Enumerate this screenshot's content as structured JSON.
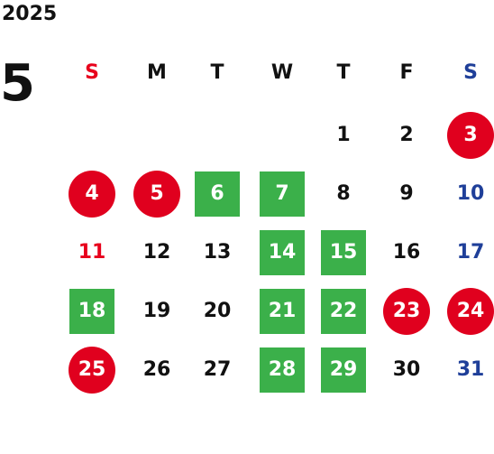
{
  "year": "2025",
  "month": "5",
  "colors": {
    "sunday": "#e8001c",
    "saturday": "#1f3f99",
    "weekday": "#111111",
    "holiday": "#e0001e",
    "green": "#3bb04a",
    "white": "#ffffff"
  },
  "weekdays": [
    {
      "label": "S",
      "kind": "sun"
    },
    {
      "label": "M",
      "kind": "weekday"
    },
    {
      "label": "T",
      "kind": "weekday"
    },
    {
      "label": "W",
      "kind": "weekday"
    },
    {
      "label": "T",
      "kind": "weekday"
    },
    {
      "label": "F",
      "kind": "weekday"
    },
    {
      "label": "S",
      "kind": "sat"
    }
  ],
  "days": [
    {
      "day": "1",
      "col": 4,
      "row": 0,
      "style": "plain"
    },
    {
      "day": "2",
      "col": 5,
      "row": 0,
      "style": "plain"
    },
    {
      "day": "3",
      "col": 6,
      "row": 0,
      "style": "red-circle"
    },
    {
      "day": "4",
      "col": 0,
      "row": 1,
      "style": "red-circle"
    },
    {
      "day": "5",
      "col": 1,
      "row": 1,
      "style": "red-circle"
    },
    {
      "day": "6",
      "col": 2,
      "row": 1,
      "style": "green-square"
    },
    {
      "day": "7",
      "col": 3,
      "row": 1,
      "style": "green-square"
    },
    {
      "day": "8",
      "col": 4,
      "row": 1,
      "style": "plain"
    },
    {
      "day": "9",
      "col": 5,
      "row": 1,
      "style": "plain"
    },
    {
      "day": "10",
      "col": 6,
      "row": 1,
      "style": "sat"
    },
    {
      "day": "11",
      "col": 0,
      "row": 2,
      "style": "sun"
    },
    {
      "day": "12",
      "col": 1,
      "row": 2,
      "style": "plain"
    },
    {
      "day": "13",
      "col": 2,
      "row": 2,
      "style": "plain"
    },
    {
      "day": "14",
      "col": 3,
      "row": 2,
      "style": "green-square"
    },
    {
      "day": "15",
      "col": 4,
      "row": 2,
      "style": "green-square"
    },
    {
      "day": "16",
      "col": 5,
      "row": 2,
      "style": "plain"
    },
    {
      "day": "17",
      "col": 6,
      "row": 2,
      "style": "sat"
    },
    {
      "day": "18",
      "col": 0,
      "row": 3,
      "style": "green-square"
    },
    {
      "day": "19",
      "col": 1,
      "row": 3,
      "style": "plain"
    },
    {
      "day": "20",
      "col": 2,
      "row": 3,
      "style": "plain"
    },
    {
      "day": "21",
      "col": 3,
      "row": 3,
      "style": "green-square"
    },
    {
      "day": "22",
      "col": 4,
      "row": 3,
      "style": "green-square"
    },
    {
      "day": "23",
      "col": 5,
      "row": 3,
      "style": "red-circle"
    },
    {
      "day": "24",
      "col": 6,
      "row": 3,
      "style": "red-circle"
    },
    {
      "day": "25",
      "col": 0,
      "row": 4,
      "style": "red-circle"
    },
    {
      "day": "26",
      "col": 1,
      "row": 4,
      "style": "plain"
    },
    {
      "day": "27",
      "col": 2,
      "row": 4,
      "style": "plain"
    },
    {
      "day": "28",
      "col": 3,
      "row": 4,
      "style": "green-square"
    },
    {
      "day": "29",
      "col": 4,
      "row": 4,
      "style": "green-square"
    },
    {
      "day": "30",
      "col": 5,
      "row": 4,
      "style": "plain"
    },
    {
      "day": "31",
      "col": 6,
      "row": 4,
      "style": "sat"
    }
  ]
}
